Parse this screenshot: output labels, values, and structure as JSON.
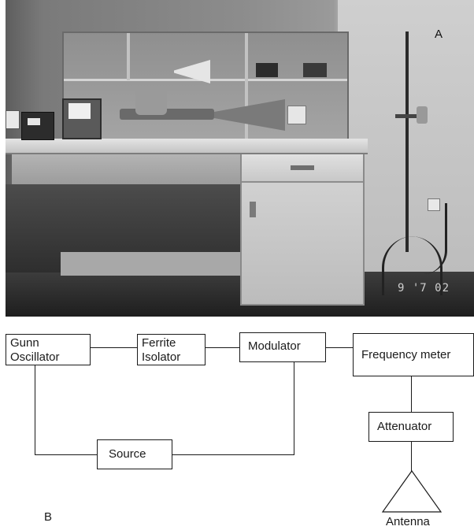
{
  "panel_a": {
    "label": "A",
    "date_stamp": "9 '7 02"
  },
  "panel_b": {
    "label": "B",
    "blocks": {
      "gunn_oscillator": "Gunn\nOscillator",
      "ferrite_isolator": "Ferrite\nIsolator",
      "modulator": "Modulator",
      "frequency_meter": "Frequency meter",
      "attenuator": "Attenuator",
      "source": "Source"
    },
    "antenna_label": "Antenna"
  }
}
